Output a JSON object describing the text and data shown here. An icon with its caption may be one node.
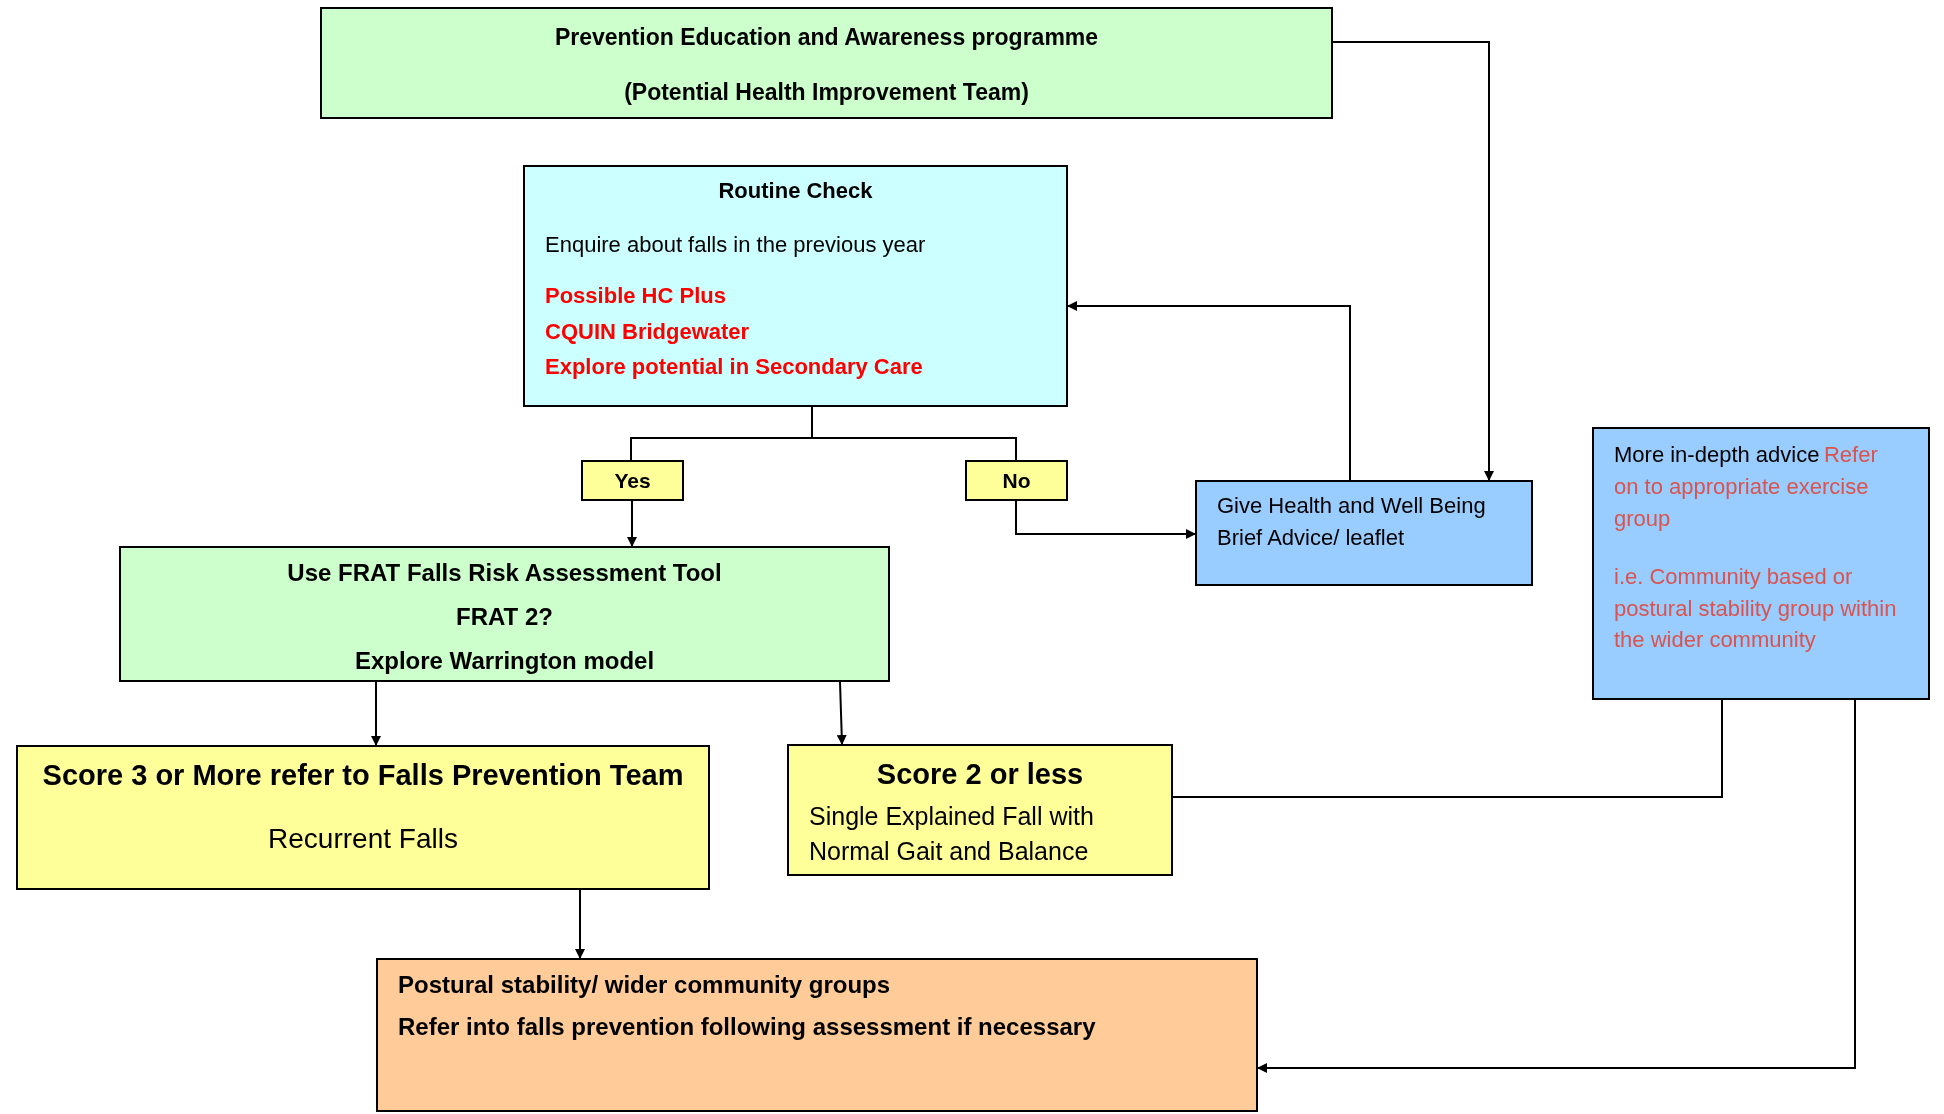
{
  "diagram": {
    "nodes": [
      {
        "text": [
          "Prevention Education and Awareness programme",
          "(Potential Health Improvement Team)"
        ]
      },
      {
        "text": [
          "Routine Check",
          "Enquire about falls in the previous year",
          "Possible HC Plus",
          "CQUIN Bridgewater",
          "Explore potential in Secondary Care"
        ]
      },
      {
        "text": [
          "Yes"
        ]
      },
      {
        "text": [
          "No"
        ]
      },
      {
        "text": [
          "Use FRAT Falls Risk Assessment Tool",
          "FRAT 2?",
          "Explore Warrington model"
        ]
      },
      {
        "text": [
          "Give Health and Well Being Brief Advice/ leaflet"
        ]
      },
      {
        "text": [
          "More in-depth  advice",
          "Refer on to appropriate exercise group",
          "i.e. Community based or postural stability group within the wider community"
        ]
      },
      {
        "text": [
          "Score 3 or More refer to Falls Prevention Team",
          "Recurrent Falls"
        ]
      },
      {
        "text": [
          "Score 2 or less",
          "Single Explained Fall with Normal Gait and Balance"
        ]
      },
      {
        "text": [
          "Postural stability/ wider community groups",
          "Refer into falls prevention following assessment if necessary"
        ]
      }
    ],
    "edges": [
      {
        "from": 0,
        "to": 5,
        "arrow": "to"
      },
      {
        "from": 5,
        "to": 1,
        "arrow": "to"
      },
      {
        "from": 1,
        "to": 2,
        "arrow": "none"
      },
      {
        "from": 1,
        "to": 3,
        "arrow": "none"
      },
      {
        "from": 2,
        "to": 4,
        "arrow": "to"
      },
      {
        "from": 3,
        "to": 5,
        "arrow": "to"
      },
      {
        "from": 4,
        "to": 7,
        "arrow": "to"
      },
      {
        "from": 4,
        "to": 8,
        "arrow": "to"
      },
      {
        "from": 7,
        "to": 9,
        "arrow": "to"
      },
      {
        "from": 6,
        "to": 8,
        "arrow": "none"
      },
      {
        "from": 6,
        "to": 9,
        "arrow": "to"
      }
    ]
  }
}
